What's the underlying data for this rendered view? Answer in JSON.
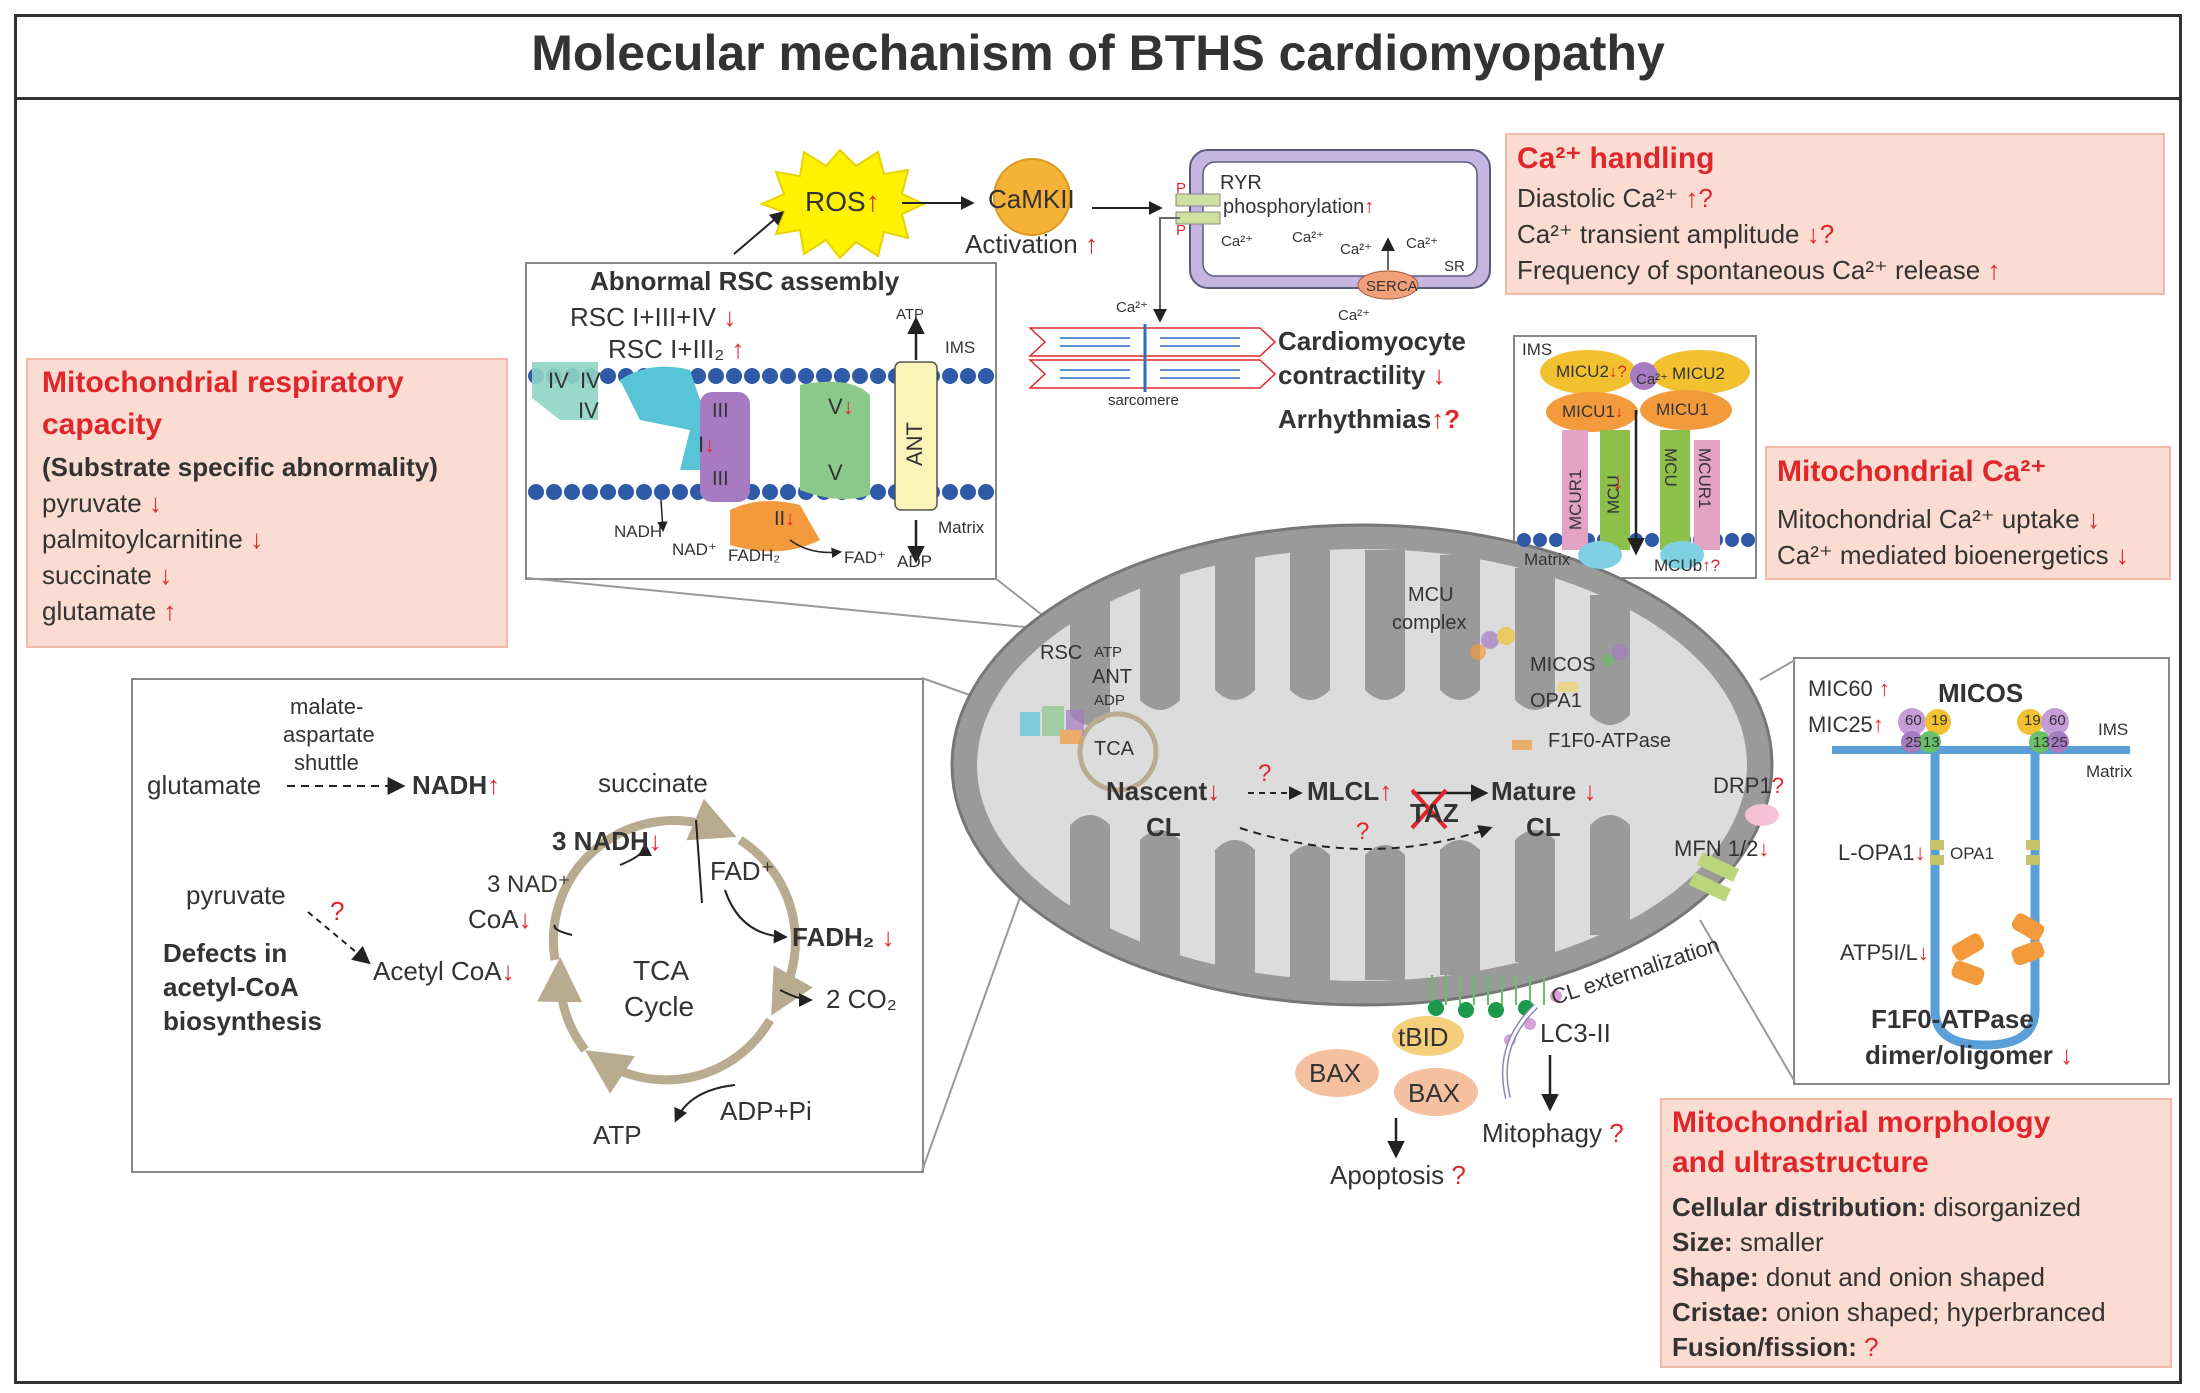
{
  "title": "Molecular mechanism of BTHS cardiomyopathy",
  "symbols": {
    "up": "↑",
    "down": "↓",
    "q": "?"
  },
  "ca_handling": {
    "heading": "Ca²⁺ handling",
    "lines": [
      "Diastolic Ca²⁺",
      "Ca²⁺ transient amplitude",
      "Frequency of spontaneous Ca²⁺ release"
    ]
  },
  "resp_capacity": {
    "heading_1": "Mitochondrial respiratory",
    "heading_2": "capacity",
    "subheading": "(Substrate specific abnormality)",
    "items": [
      "pyruvate",
      "palmitoylcarnitine",
      "succinate",
      "glutamate"
    ]
  },
  "mito_ca": {
    "heading": "Mitochondrial Ca²⁺",
    "lines": [
      "Mitochondrial Ca²⁺ uptake",
      "Ca²⁺ mediated bioenergetics"
    ]
  },
  "morphology": {
    "heading_1": "Mitochondrial morphology",
    "heading_2": "and ultrastructure",
    "rows": [
      {
        "label": "Cellular distribution:",
        "value": "disorganized"
      },
      {
        "label": "Size:",
        "value": "smaller"
      },
      {
        "label": "Shape:",
        "value": "donut and onion shaped"
      },
      {
        "label": "Cristae:",
        "value": "onion shaped; hyperbranced"
      },
      {
        "label": "Fusion/fission:",
        "value": ""
      }
    ]
  },
  "ros_path": {
    "ros": "ROS",
    "camkii": "CaMKII",
    "activation": "Activation"
  },
  "sr": {
    "ryr": "RYR",
    "phos": "phosphorylation",
    "ca": "Ca²⁺",
    "sr": "SR",
    "serca": "SERCA",
    "p": "P",
    "sarcomere": "sarcomere",
    "contractility_1": "Cardiomyocyte",
    "contractility_2": "contractility",
    "arrhythmias": "Arrhythmias"
  },
  "rsc_panel": {
    "heading": "Abnormal RSC assembly",
    "rsc1": "RSC I+III+IV",
    "rsc2": "RSC I+III₂",
    "atp": "ATP",
    "ims": "IMS",
    "adp": "ADP",
    "matrix": "Matrix",
    "ant": "ANT",
    "nadh": "NADH",
    "nad": "NAD⁺",
    "fadh2": "FADH₂",
    "fad": "FAD⁺",
    "c1": "I",
    "c2": "II",
    "c3": "III",
    "c4": "IV",
    "c5": "V"
  },
  "mcu_panel": {
    "ims": "IMS",
    "matrix": "Matrix",
    "micu2": "MICU2",
    "micu1": "MICU1",
    "mcur1": "MCUR1",
    "mcu": "MCU",
    "mcub": "MCUb",
    "ca": "Ca²⁺"
  },
  "tca_panel": {
    "malate_1": "malate-",
    "malate_2": "aspartate",
    "malate_3": "shuttle",
    "glutamate": "glutamate",
    "nadh": "NADH",
    "succinate": "succinate",
    "nadh3": "3 NADH",
    "nad3": "3 NAD⁺",
    "coa": "CoA",
    "fad": "FAD⁺",
    "fadh2": "FADH₂",
    "pyruvate": "pyruvate",
    "defects_1": "Defects in",
    "defects_2": "acetyl-CoA",
    "defects_3": "biosynthesis",
    "acetyl": "Acetyl CoA",
    "tca_1": "TCA",
    "tca_2": "Cycle",
    "co2": "2 CO₂",
    "atp": "ATP",
    "adppi": "ADP+Pi"
  },
  "mito": {
    "rsc": "RSC",
    "atp": "ATP",
    "ant": "ANT",
    "adp": "ADP",
    "tca": "TCA",
    "mcu_1": "MCU",
    "mcu_2": "complex",
    "micos": "MICOS",
    "opa1": "OPA1",
    "f1f0": "F1F0-ATPase",
    "nascent_1": "Nascent",
    "nascent_2": "CL",
    "mlcl": "MLCL",
    "taz": "TAZ",
    "mature_1": "Mature",
    "mature_2": "CL",
    "drp1": "DRP1",
    "mfn": "MFN 1/2",
    "cl_ext": "CL externalization"
  },
  "apoptosis": {
    "tbid": "tBID",
    "bax": "BAX",
    "apoptosis": "Apoptosis",
    "lc3": "LC3-II",
    "mitophagy": "Mitophagy"
  },
  "micos_panel": {
    "heading": "MICOS",
    "mic60": "MIC60",
    "mic25": "MIC25",
    "ims": "IMS",
    "matrix": "Matrix",
    "lopa1": "L-OPA1",
    "opa1": "OPA1",
    "atp5": "ATP5I/L",
    "f1f0_1": "F1F0-ATPase",
    "f1f0_2": "dimer/oligomer",
    "n60": "60",
    "n19": "19",
    "n25": "25",
    "n13": "13"
  },
  "colors": {
    "accent": "#e0262a",
    "panel_fill": "#fbdcd2",
    "panel_border": "#f2b8a8",
    "mito": "#9a9a9a",
    "cristae": "#dcdcdc",
    "ros": "#fff200",
    "camkii": "#f6b236"
  }
}
